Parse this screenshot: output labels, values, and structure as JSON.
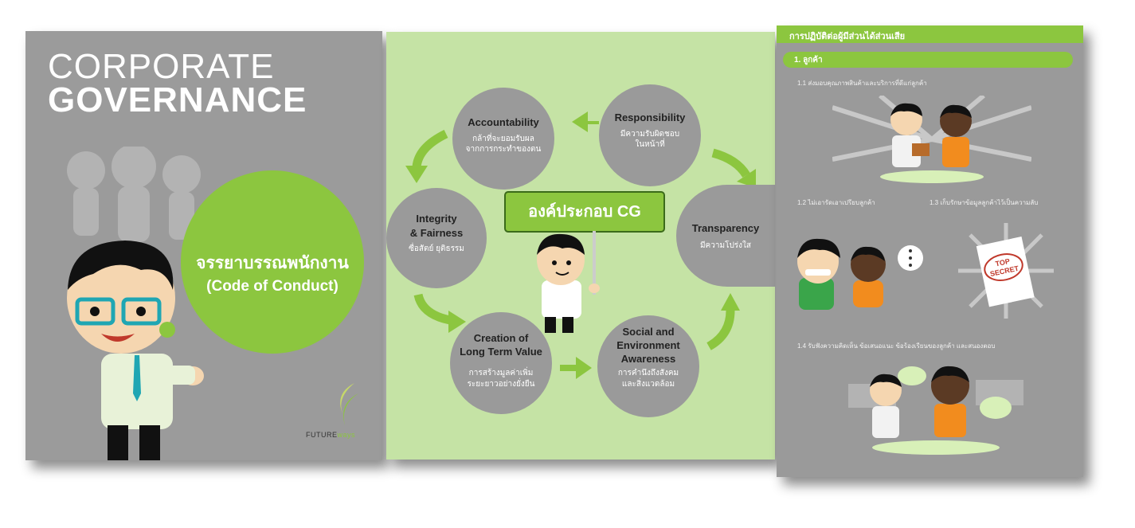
{
  "cover": {
    "title_line1": "CORPORATE",
    "title_line2": "GOVERNANCE",
    "bubble_line1": "จรรยาบรรณพนักงาน",
    "bubble_line2": "(Code of Conduct)",
    "logo_text_a": "FUTURE",
    "logo_text_b": "ways"
  },
  "cycle": {
    "center_sign": "องค์ประกอบ CG",
    "nodes": [
      {
        "title_1": "Accountability",
        "title_2": "",
        "title_3": "",
        "sub_1": "กล้าที่จะยอมรับผล",
        "sub_2": "จากการกระทำของตน"
      },
      {
        "title_1": "Responsibility",
        "title_2": "",
        "title_3": "",
        "sub_1": "มีความรับผิดชอบ",
        "sub_2": "ในหน้าที่"
      },
      {
        "title_1": "Integrity",
        "title_2": "& Fairness",
        "title_3": "",
        "sub_1": "ซื่อสัตย์  ยุติธรรม",
        "sub_2": ""
      },
      {
        "title_1": "Transparency",
        "title_2": "",
        "title_3": "",
        "sub_1": "มีความโปร่งใส",
        "sub_2": ""
      },
      {
        "title_1": "Creation of",
        "title_2": "Long Term Value",
        "title_3": "",
        "sub_1": "การสร้างมูลค่าเพิ่ม",
        "sub_2": "ระยะยาวอย่างยั่งยืน"
      },
      {
        "title_1": "Social and",
        "title_2": "Environment",
        "title_3": "Awareness",
        "sub_1": "การคำนึงถึงสังคม",
        "sub_2": "และสิ่งแวดล้อม"
      }
    ]
  },
  "stakeholders": {
    "header": "การปฏิบัติต่อผู้มีส่วนได้ส่วนเสีย",
    "section": "1. ลูกค้า",
    "items": [
      "1.1 ส่งมอบคุณภาพสินค้าและบริการที่ดีแก่ลูกค้า",
      "1.2 ไม่เอารัดเอาเปรียบลูกค้า",
      "1.3 เก็บรักษาข้อมูลลูกค้าไว้เป็นความลับ",
      "1.4 รับฟังความคิดเห็น  ข้อเสนอแนะ  ข้อร้องเรียนของลูกค้า  และสนองตอบ"
    ],
    "stamp_line1": "TOP",
    "stamp_line2": "SECRET"
  },
  "colors": {
    "accent_green": "#8cc63f",
    "panel_gray": "#9a9a9a",
    "cycle_bg": "#c5e3a5"
  }
}
